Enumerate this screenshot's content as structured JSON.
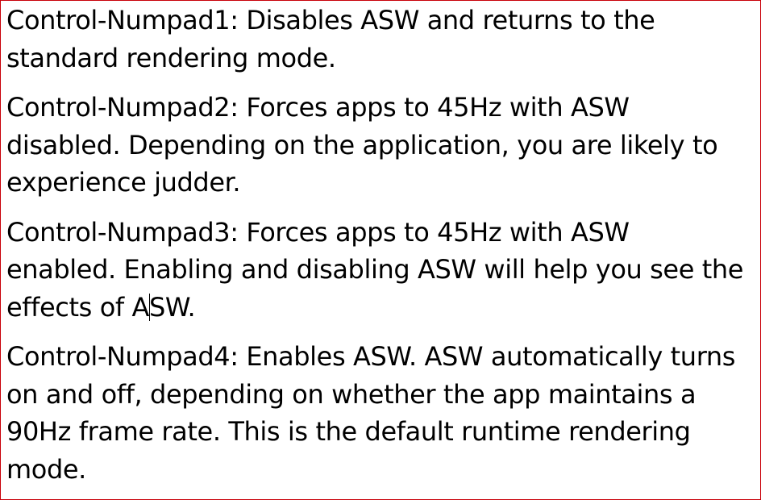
{
  "document": {
    "paragraphs": [
      {
        "lines": [
          "Control-Numpad1: Disables ASW and returns to the",
          "standard rendering mode."
        ]
      },
      {
        "lines": [
          "Control-Numpad2: Forces apps to 45Hz with ASW",
          "disabled. Depending on the application, you are likely to",
          "experience judder."
        ]
      },
      {
        "lines": [
          "Control-Numpad3: Forces apps to 45Hz with ASW",
          "enabled. Enabling and disabling ASW will help you see the"
        ],
        "last_line_before_cursor": "effects of A",
        "last_line_after_cursor": "SW."
      },
      {
        "lines": [
          "Control-Numpad4: Enables ASW. ASW automatically turns",
          "on and off, depending on whether the app maintains a",
          "90Hz frame rate. This is the default runtime rendering",
          "mode."
        ]
      }
    ]
  }
}
